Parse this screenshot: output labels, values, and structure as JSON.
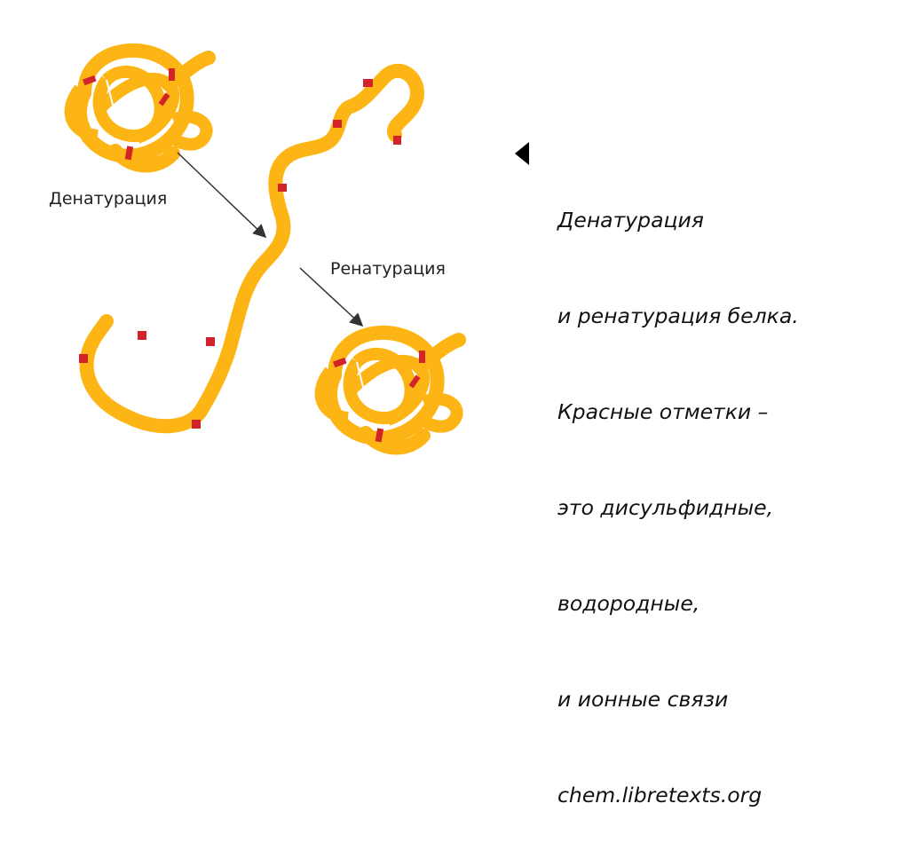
{
  "labels": {
    "denaturation": "Денатурация",
    "renaturation": "Ренатурация"
  },
  "caption": {
    "lines": [
      "Денатурация",
      "и ренатурация белка.",
      "Красные отметки –",
      "это дисульфидные,",
      "водородные,",
      "и ионные связи",
      "chem.libretexts.org"
    ]
  },
  "colors": {
    "chain": "#fdb515",
    "bond": "#d2232a",
    "arrow": "#333333"
  }
}
